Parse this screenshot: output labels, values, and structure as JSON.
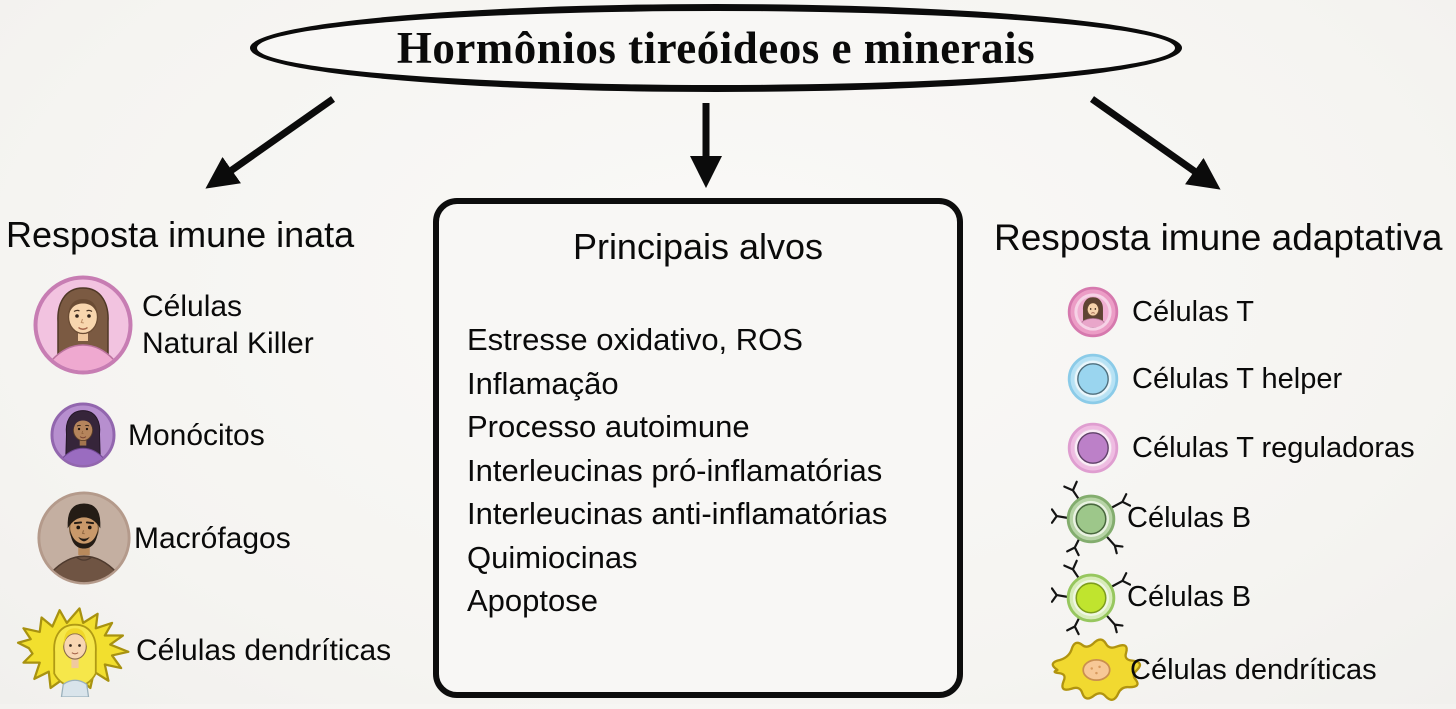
{
  "title": "Hormônios tireóideos e minerais",
  "left_branch": {
    "header": "Resposta imune inata",
    "items": [
      {
        "icon": "nk-cell-avatar-icon",
        "label_lines": [
          "Células",
          "Natural Killer"
        ]
      },
      {
        "icon": "monocyte-avatar-icon",
        "label_lines": [
          "Monócitos"
        ]
      },
      {
        "icon": "macrophage-avatar-icon",
        "label_lines": [
          "Macrófagos"
        ]
      },
      {
        "icon": "dendritic-cell-avatar-icon",
        "label_lines": [
          "Células dendríticas"
        ]
      }
    ]
  },
  "center_box": {
    "header": "Principais alvos",
    "items": [
      "Estresse oxidativo, ROS",
      "Inflamação",
      "Processo autoimune",
      "Interleucinas pró-inflamatórias",
      "Interleucinas anti-inflamatórias",
      "Quimiocinas",
      "Apoptose"
    ]
  },
  "right_branch": {
    "header": "Resposta imune adaptativa",
    "items": [
      {
        "icon": "t-cell-icon",
        "label": "Células T"
      },
      {
        "icon": "t-helper-cell-icon",
        "label": "Células T helper"
      },
      {
        "icon": "t-regulatory-cell-icon",
        "label": "Células T reguladoras"
      },
      {
        "icon": "b-cell-green-icon",
        "label": "Células B"
      },
      {
        "icon": "b-cell-lime-icon",
        "label": "Células B"
      },
      {
        "icon": "dendritic-cell-icon",
        "label": "Células dendríticas"
      }
    ]
  },
  "colors": {
    "background": "#f7f6f3",
    "outline": "#0b0b0b",
    "nk_avatar_pink": "#f2c3e0",
    "monocyte_purple": "#b78fcf",
    "macrophage_tan": "#c4afa1",
    "dendritic_yellow": "#f2df2e",
    "t_cell_pink": "#ec9dc6",
    "t_helper_blue": "#9ad5ef",
    "t_reg_purple": "#bc80c8",
    "b_cell_green": "#9dc78a",
    "b_cell_lime": "#c0e42e"
  }
}
